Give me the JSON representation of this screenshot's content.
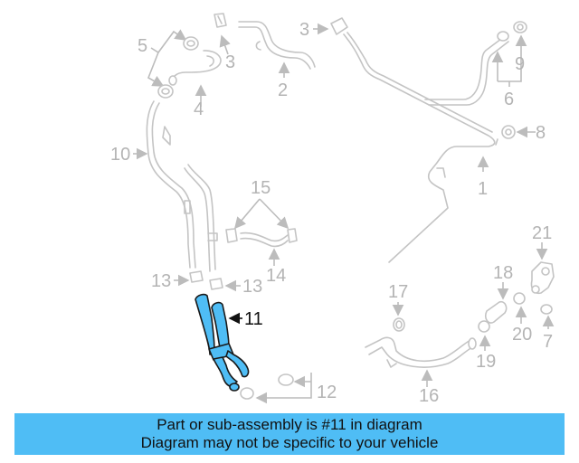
{
  "diagram": {
    "highlight_color": "#4fbdf5",
    "part_color": "#c4c4c4",
    "callouts": {
      "c1": "1",
      "c2": "2",
      "c3a": "3",
      "c3b": "3",
      "c4": "4",
      "c5": "5",
      "c6": "6",
      "c7": "7",
      "c8": "8",
      "c9": "9",
      "c10": "10",
      "c11": "11",
      "c12": "12",
      "c13a": "13",
      "c13b": "13",
      "c14": "14",
      "c15": "15",
      "c16": "16",
      "c17": "17",
      "c18": "18",
      "c19": "19",
      "c20": "20",
      "c21": "21"
    },
    "highlighted_part": "11"
  },
  "banner": {
    "line1": "Part or sub-assembly is #11 in diagram",
    "line2": "Diagram may not be specific to your vehicle",
    "color": "#4fbdf5"
  }
}
